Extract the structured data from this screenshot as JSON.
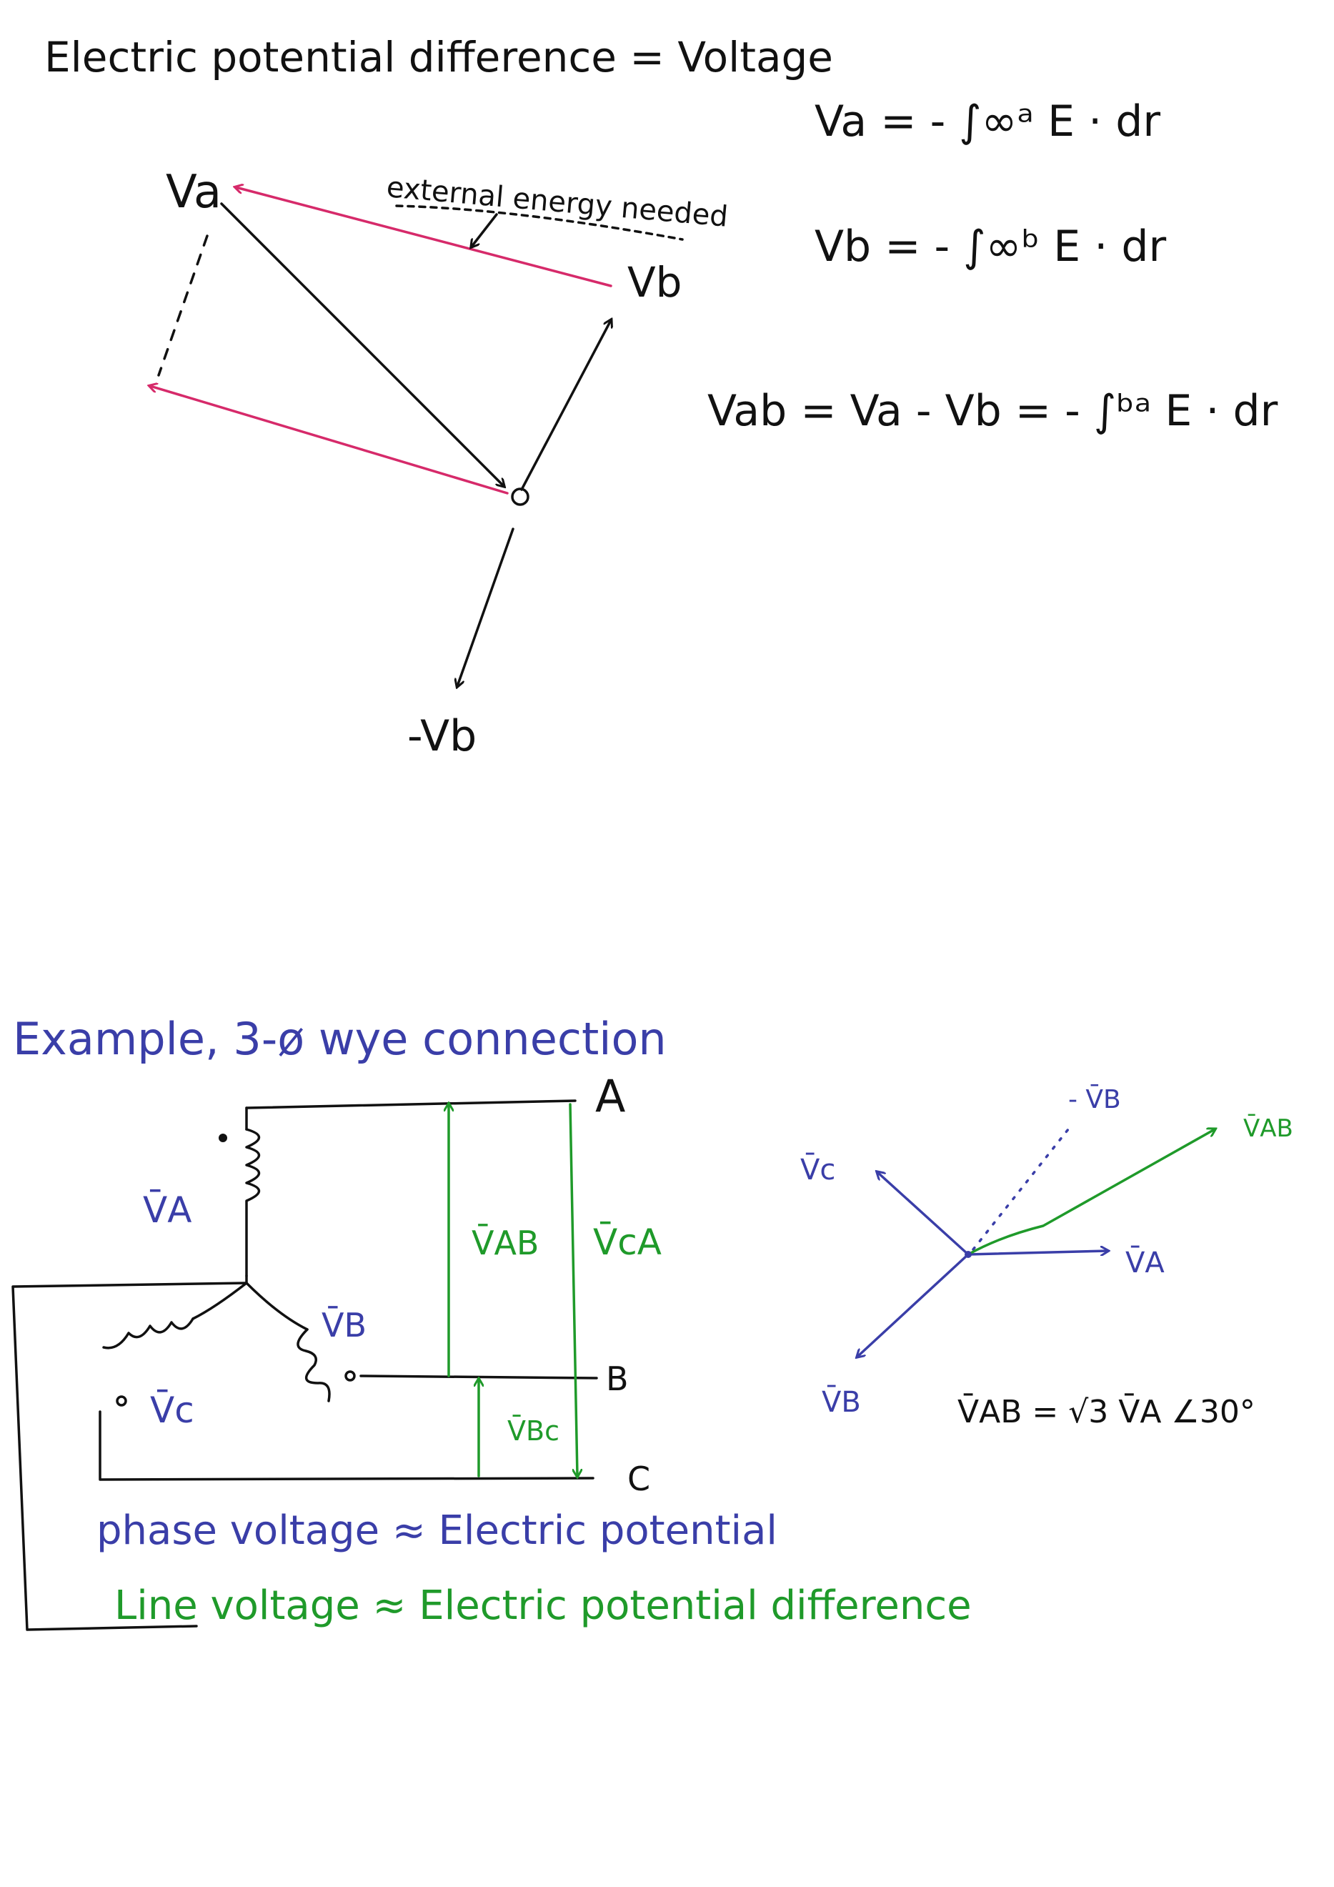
{
  "section1": {
    "title": "Electric potential difference = Voltage",
    "labels": {
      "va": "Va",
      "vb": "Vb",
      "neg_vb": "-Vb",
      "note": "external energy needed"
    },
    "equations": {
      "va": "Va = - ∫∞ᵃ E · dr",
      "vb": "Vb = - ∫∞ᵇ E · dr",
      "vab": "Vab = Va - Vb = - ∫ᵇᵃ E · dr"
    }
  },
  "section2": {
    "title": "Example, 3-ø wye connection",
    "circuit": {
      "node_a": "A",
      "node_b": "B",
      "node_c": "C",
      "phase_a": "V̄A",
      "phase_b": "V̄B",
      "phase_c": "V̄c",
      "line_ab": "V̄AB",
      "line_ca": "V̄cA",
      "line_bc": "V̄Bc"
    },
    "phasor": {
      "va": "V̄A",
      "vb": "V̄B",
      "vc": "V̄c",
      "vab": "V̄AB",
      "neg_vb": "- V̄B",
      "relation": "V̄AB = √3  V̄A ∠30°"
    },
    "notes": {
      "phase": "phase voltage ≈ Electric potential",
      "line": "Line voltage ≈ Electric potential difference"
    }
  },
  "colors": {
    "black_ink": "#111111",
    "blue_ink": "#3a3ea8",
    "green_ink": "#1f9a2a",
    "red_ink": "#d62a6a"
  }
}
